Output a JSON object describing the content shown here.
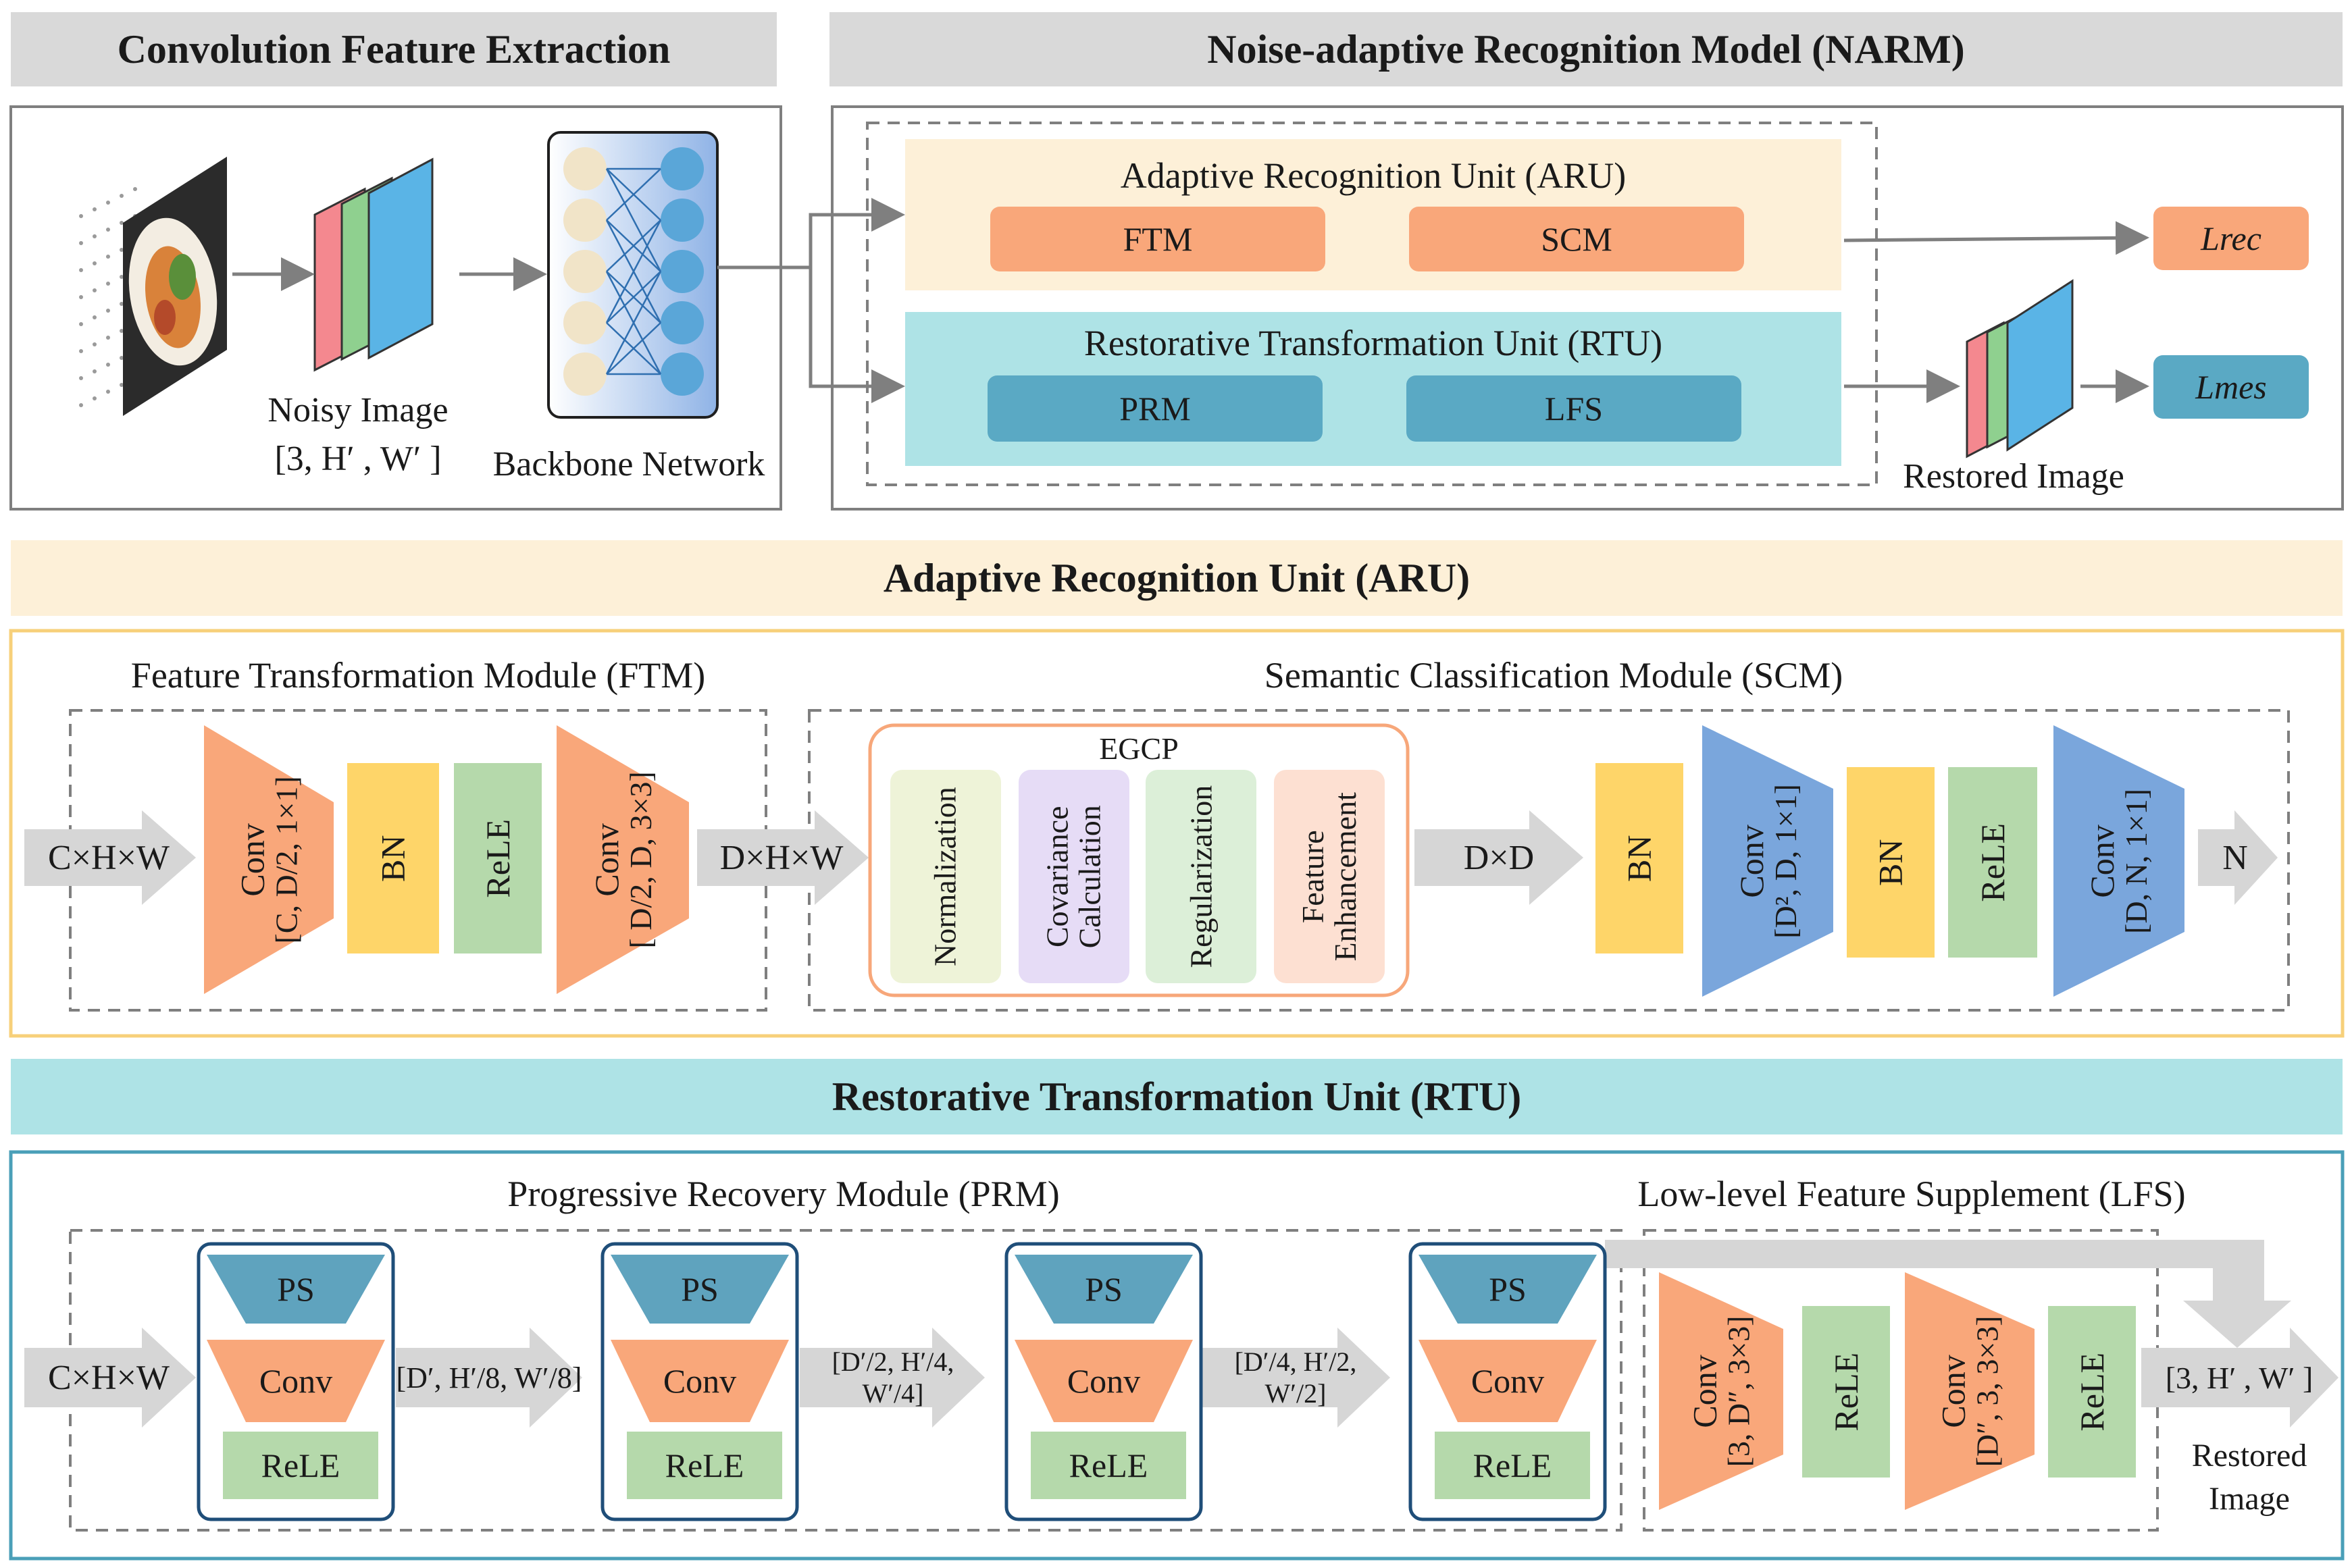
{
  "headers": {
    "conv_extraction": "Convolution Feature Extraction",
    "narm": "Noise-adaptive Recognition Model (NARM)",
    "aru": "Adaptive Recognition Unit (ARU)",
    "rtu": "Restorative Transformation Unit (RTU)"
  },
  "top": {
    "noisy_image_label": "Noisy Image",
    "noisy_image_shape": "[3, H′ , W′ ]",
    "backbone_label": "Backbone Network",
    "aru_title": "Adaptive Recognition Unit (ARU)",
    "ftm": "FTM",
    "scm": "SCM",
    "rtu_title": "Restorative Transformation Unit (RTU)",
    "prm": "PRM",
    "lfs": "LFS",
    "lrec": "Lrec",
    "lmes": "Lmes",
    "restored_image": "Restored Image"
  },
  "aru": {
    "ftm_title": "Feature Transformation Module (FTM)",
    "scm_title": "Semantic Classification Module (SCM)",
    "in_shape": "C×H×W",
    "ftm_conv1": [
      "Conv",
      "[C, D/2, 1×1]"
    ],
    "bn": "BN",
    "rele": "ReLE",
    "ftm_conv2": [
      "Conv",
      "[ D/2, D, 3×3]"
    ],
    "mid_shape": "D×H×W",
    "egcp": "EGCP",
    "egcp_items": [
      "Normalization",
      "Covariance|Calculation",
      "Regularization",
      "Feature|Enhancement"
    ],
    "dd_shape": "D×D",
    "scm_conv1": [
      "Conv",
      "[D², D, 1×1]"
    ],
    "scm_conv2": [
      "Conv",
      "[D, N, 1×1]"
    ],
    "out": "N"
  },
  "rtu": {
    "prm_title": "Progressive Recovery Module (PRM)",
    "lfs_title": "Low-level Feature Supplement (LFS)",
    "in_shape": "C×H×W",
    "ps": "PS",
    "conv": "Conv",
    "rele": "ReLE",
    "shape1": "[D′, H′/8, W′/8]",
    "shape2": "[D′/2, H′/4, W′/4]",
    "shape3": "[D′/4, H′/2, W′/2]",
    "lfs_conv1": [
      "Conv",
      "[3, D″, 3×3]"
    ],
    "lfs_conv2": [
      "Conv",
      "[D″, 3, 3×3]"
    ],
    "out_shape": "[3, H′ , W′ ]",
    "restored": "Restored",
    "image": "Image"
  },
  "colors": {
    "header_gray": "#d9d9d9",
    "aru_bg": "#fdf0d8",
    "rtu_bg": "#aee3e6",
    "orange": "#f9a77a",
    "teal": "#5aa9c4",
    "yellow": "#fed569",
    "green": "#b5d9ab",
    "blue": "#7aa6dc",
    "ps_blue": "#5fa3be",
    "arrow_gray": "#d6d6d6"
  }
}
